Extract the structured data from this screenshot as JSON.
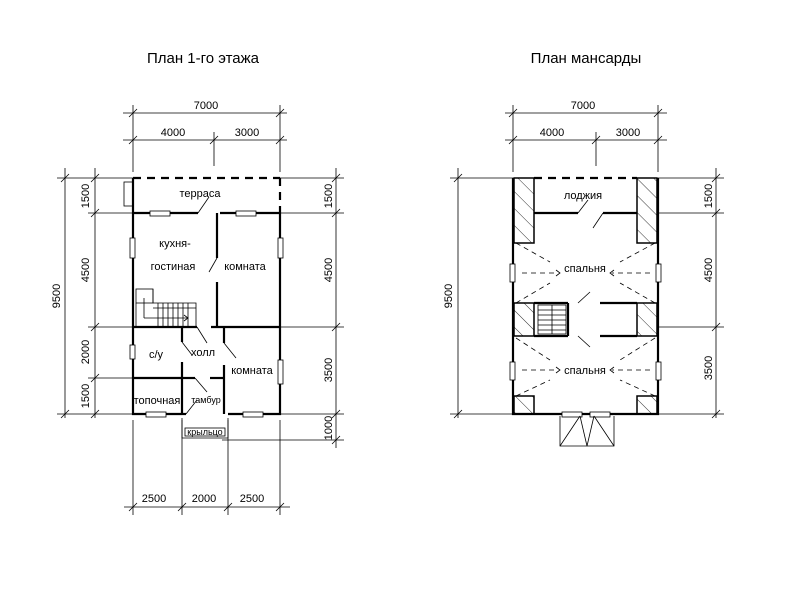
{
  "titles": {
    "plan1": "План 1-го этажа",
    "plan2": "План мансарды"
  },
  "plan1": {
    "dims_top": {
      "total": "7000",
      "left": "4000",
      "right": "3000"
    },
    "dims_left": {
      "total": "9500",
      "d1": "1500",
      "d2": "4500",
      "d3": "2000",
      "d4": "1500"
    },
    "dims_right": {
      "d1": "1500",
      "d2": "4500",
      "d3": "3500",
      "d4": "1000"
    },
    "dims_bottom": {
      "d1": "2500",
      "d2": "2000",
      "d3": "2500"
    },
    "rooms": {
      "terrace": "терраса",
      "kitchen1": "кухня-",
      "kitchen2": "гостиная",
      "room1": "комната",
      "room2": "комната",
      "hall": "холл",
      "wc": "с/у",
      "boiler": "топочная",
      "vestibule": "тамбур",
      "porch": "крыльцо"
    }
  },
  "plan2": {
    "dims_top": {
      "total": "7000",
      "left": "4000",
      "right": "3000"
    },
    "dims_left": {
      "total": "9500"
    },
    "dims_right": {
      "d1": "1500",
      "d2": "4500",
      "d3": "3500"
    },
    "rooms": {
      "loggia": "лоджия",
      "bedroom1": "спальня",
      "bedroom2": "спальня"
    }
  }
}
